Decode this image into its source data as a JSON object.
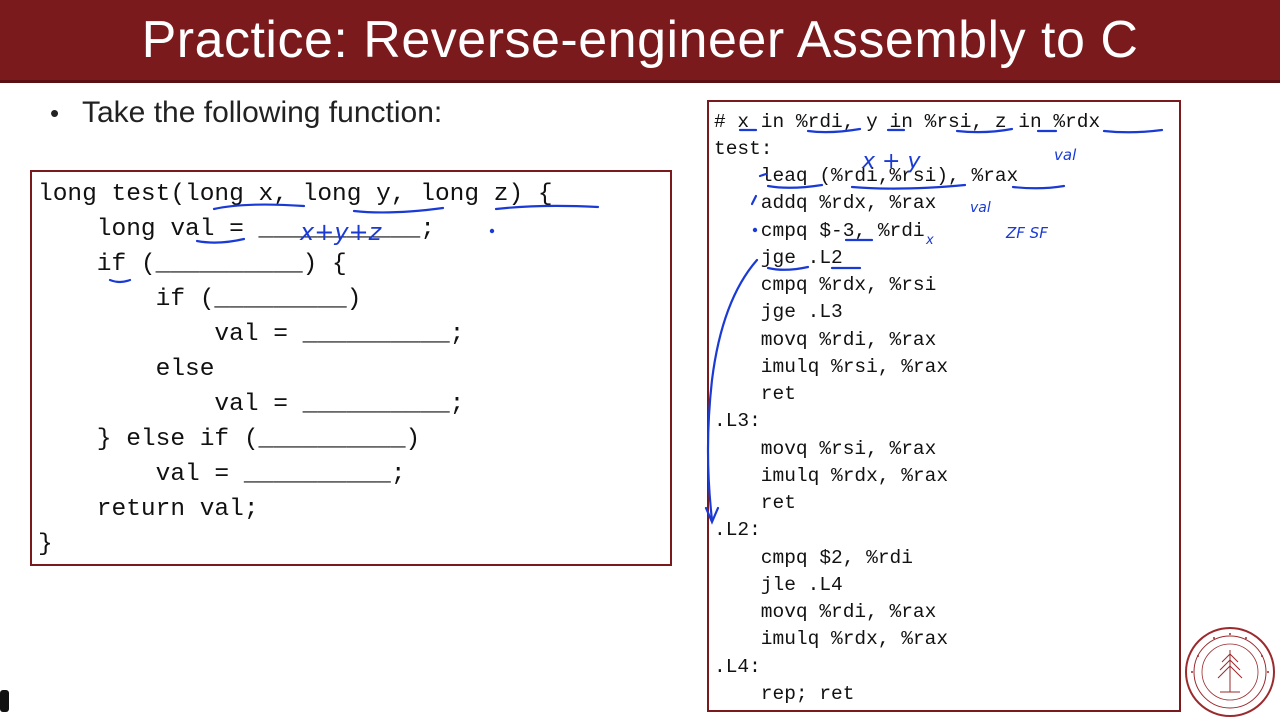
{
  "slide": {
    "title": "Practice: Reverse-engineer Assembly to C",
    "bullet": "Take the following function:"
  },
  "c_code": {
    "lines": [
      "long test(long x, long y, long z) {",
      "    long val = ___________;",
      "    if (__________) {",
      "        if (_________)",
      "            val = __________;",
      "        else",
      "            val = __________;",
      "    } else if (__________)",
      "        val = __________;",
      "    return val;",
      "}"
    ]
  },
  "assembly": {
    "lines": [
      "# x in %rdi, y in %rsi, z in %rdx",
      "test:",
      "    leaq (%rdi,%rsi), %rax",
      "    addq %rdx, %rax",
      "    cmpq $-3, %rdi",
      "    jge .L2",
      "    cmpq %rdx, %rsi",
      "    jge .L3",
      "    movq %rdi, %rax",
      "    imulq %rsi, %rax",
      "    ret",
      ".L3:",
      "    movq %rsi, %rax",
      "    imulq %rdx, %rax",
      "    ret",
      ".L2:",
      "    cmpq $2, %rdi",
      "    jle .L4",
      "    movq %rdi, %rax",
      "    imulq %rdx, %rax",
      ".L4:",
      "    rep; ret"
    ]
  },
  "annotations": {
    "val_expr": "x+y+z",
    "leaq_note": "x + y",
    "rax_note": "val",
    "add_note": "val",
    "flags_note": "ZF SF",
    "x_mark": "x"
  },
  "colors": {
    "title_bar": "#7a1a1d",
    "box_border": "#7a1a1d",
    "ink": "#1a3ad6"
  }
}
